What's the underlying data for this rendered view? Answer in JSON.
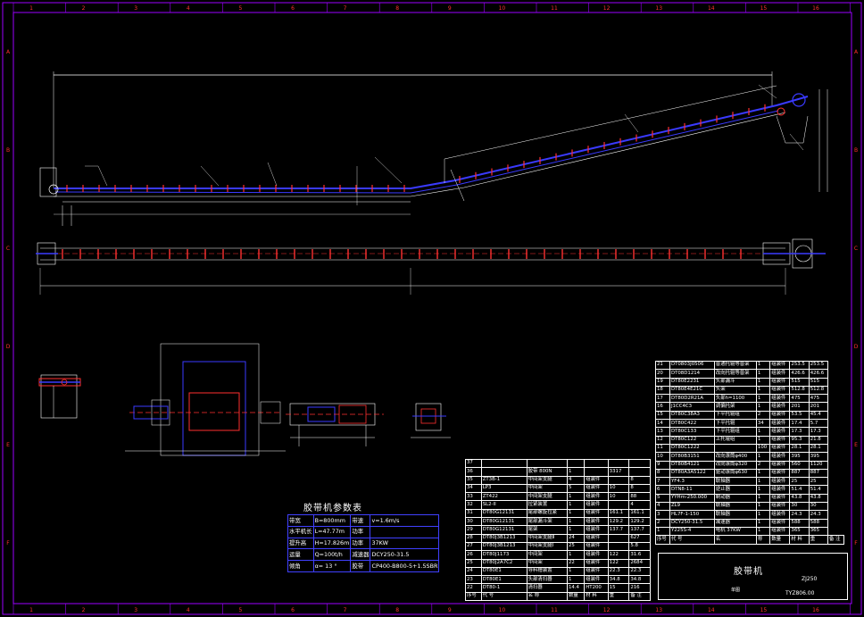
{
  "frame": {
    "top_numbers": [
      "1",
      "2",
      "3",
      "4",
      "5",
      "6",
      "7",
      "8",
      "9",
      "10",
      "11",
      "12",
      "13",
      "14",
      "15",
      "16"
    ],
    "side_letters": [
      "A",
      "B",
      "C",
      "D",
      "E",
      "F"
    ]
  },
  "params": {
    "title": "胶带机参数表",
    "rows": [
      [
        "带宽",
        "B=800mm",
        "带速",
        "v=1.6m/s"
      ],
      [
        "水平机长",
        "L=47.77m",
        "功率",
        ""
      ],
      [
        "提升高",
        "H=17.826m",
        "功率",
        "37KW"
      ],
      [
        "运量",
        "Q=100t/h",
        "减速器",
        "DCY250-31.5"
      ],
      [
        "倾角",
        "α= 13 °",
        "胶带",
        "CP400-B800-5+1.5SBR"
      ]
    ]
  },
  "bom_right": [
    [
      "21",
      "DT0803J0506",
      "普通托辊等普架",
      "1",
      "组装件",
      "253.5",
      "253.5"
    ],
    [
      "20",
      "DT08D1214",
      "改向托辊等普架",
      "1",
      "组装件",
      "426.6",
      "426.6"
    ],
    [
      "19",
      "DT80E2231",
      "头部漏斗",
      "1",
      "组装件",
      "515",
      "515"
    ],
    [
      "18",
      "DT80E4E21C",
      "头架",
      "1",
      "组装件",
      "512.8",
      "512.8"
    ],
    [
      "17",
      "DT80D2R21A",
      "头部h=1100",
      "1",
      "组装件",
      "475",
      "475"
    ],
    [
      "16",
      "J1CC4C3",
      "调偏托架",
      "1",
      "组装件",
      "201",
      "201"
    ],
    [
      "15",
      "DT80C38A3",
      "下平托辊组",
      "2",
      "组装件",
      "53.5",
      "45.4"
    ],
    [
      "14",
      "DT80C422",
      "下平托辊",
      "34",
      "组装件",
      "17.4",
      "5.7"
    ],
    [
      "13",
      "DT80C133",
      "下平托辊组",
      "1",
      "组装件",
      "17.3",
      "17.3"
    ],
    [
      "12",
      "DT80C122",
      "上托辊组",
      "1",
      "组装件",
      "95.3",
      "21.8"
    ],
    [
      "11",
      "DT80C1222",
      "",
      "100",
      "组装件",
      "28.1",
      "28.1"
    ],
    [
      "10",
      "DT80B3151",
      "改向滚筒φ400",
      "1",
      "组装件",
      "395",
      "395"
    ],
    [
      "9",
      "DT80B4121",
      "改向滚筒φ320",
      "2",
      "组装件",
      "560",
      "1120"
    ],
    [
      "8",
      "DT80A3A5122",
      "驱动滚筒φ630",
      "1",
      "组装件",
      "887",
      "887"
    ],
    [
      "7",
      "YF4.3",
      "联轴器",
      "1",
      "组装件",
      "25",
      "25"
    ],
    [
      "6",
      "DTN8-11",
      "逆止器",
      "1",
      "组装件",
      "51.4",
      "51.4"
    ],
    [
      "5",
      "YYHm-250.000",
      "制动器",
      "1",
      "组装件",
      "43.8",
      "43.8"
    ],
    [
      "4",
      "ZL9",
      "联轴器",
      "1",
      "组装件",
      "30",
      "30"
    ],
    [
      "3",
      "HL7F-1-150",
      "联轴器",
      "1",
      "组装件",
      "24.3",
      "24.3"
    ],
    [
      "2",
      "DCY250-31.5",
      "减速器",
      "1",
      "组装件",
      "588",
      "588"
    ],
    [
      "1",
      "Y225S-4",
      "电机 37KW",
      "1",
      "组装件",
      "365",
      "365"
    ]
  ],
  "bom_right_header": [
    "序号",
    "代 号",
    "名",
    "称",
    "数量",
    "材 料",
    "重",
    "备 注"
  ],
  "bom_left": [
    [
      "37",
      "",
      "",
      "",
      "",
      "",
      ""
    ],
    [
      "36",
      "",
      "胶带 800N",
      "1",
      "",
      "3317",
      ""
    ],
    [
      "35",
      "ZT3B-1",
      "中间架支腿",
      "4",
      "组装件",
      "",
      "8"
    ],
    [
      "34",
      "LP3",
      "中间架",
      "5",
      "组装件",
      "10",
      "8"
    ],
    [
      "33",
      "ZT422",
      "中间架支腿",
      "1",
      "组装件",
      "10",
      "88"
    ],
    [
      "32",
      "SL2-II",
      "拉紧装置",
      "1",
      "组装件",
      "",
      "4"
    ],
    [
      "31",
      "DT80G12131",
      "尾部螺旋拉紧",
      "1",
      "组装件",
      "161.1",
      "161.1"
    ],
    [
      "30",
      "DT80G12131",
      "尾部漏斗架",
      "1",
      "组装件",
      "129.2",
      "129.2"
    ],
    [
      "29",
      "DT80G12131",
      "尾架",
      "1",
      "组装件",
      "137.7",
      "137.7"
    ],
    [
      "28",
      "DT80J3B1213",
      "中间架支腿Ⅱ",
      "24",
      "组装件",
      "",
      "627"
    ],
    [
      "27",
      "DT80J3B1213",
      "中间架支腿Ⅰ",
      "25",
      "组装件",
      "",
      "5.8"
    ],
    [
      "26",
      "DT80J1173",
      "中间架",
      "1",
      "组装件",
      "122",
      "31.6"
    ],
    [
      "25",
      "DT80J2A7C2",
      "中间架",
      "22",
      "组装件",
      "122",
      "2684"
    ],
    [
      "24",
      "DT80E1",
      "导料槽装置",
      "1",
      "组装件",
      "22.3",
      "22.3"
    ],
    [
      "23",
      "DT80E1",
      "头部清扫器",
      "1",
      "组装件",
      "34.8",
      "34.8"
    ],
    [
      "22",
      "DT80-1",
      "清扫器",
      "14.4",
      "HT200",
      "15",
      "216"
    ]
  ],
  "bom_left_header": [
    "序号",
    "代 号",
    "名 称",
    "数量",
    "材 料",
    "重",
    "备 注"
  ],
  "title_block": {
    "name": "胶带机",
    "code": "TYZ806.00",
    "unit": "单图",
    "code2": "ZJ250"
  }
}
